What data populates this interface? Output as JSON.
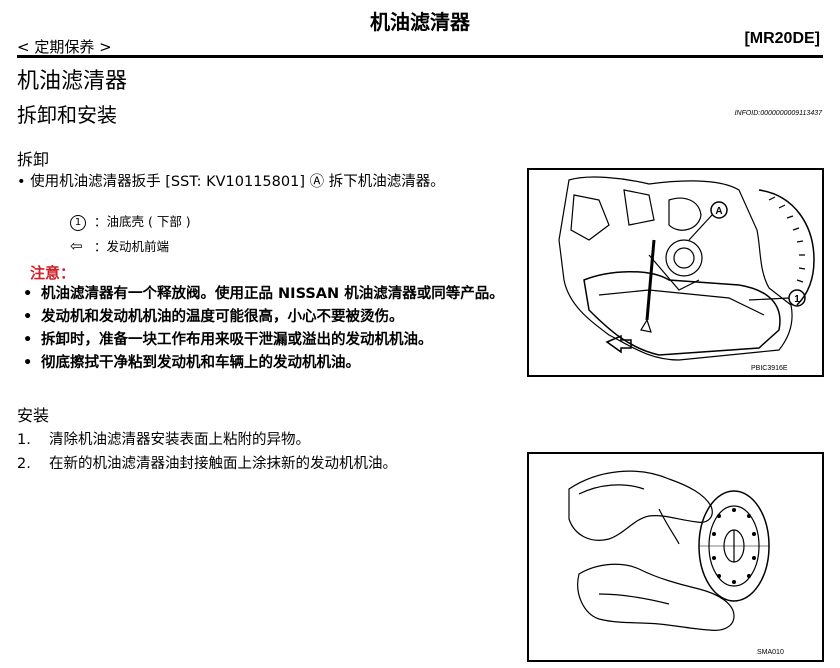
{
  "header": {
    "title": "机油滤清器",
    "breadcrumb": "< 定期保养 >",
    "model": "[MR20DE]"
  },
  "page": {
    "title": "机油滤清器",
    "subtitle": "拆卸和安装",
    "info_id": "INFOID:0000000009113437"
  },
  "removal": {
    "heading": "拆卸",
    "instruction_pre": "使用机油滤清器扳手 [SST: KV10115801]",
    "instruction_marker": "Ⓐ",
    "instruction_post": " 拆下机油滤清器。",
    "legend": [
      {
        "symbol": "1",
        "text": "：油底壳 ( 下部 )"
      },
      {
        "symbol": "⇦",
        "text": "：发动机前端"
      }
    ],
    "caution_label": "注意：",
    "cautions": [
      "机油滤清器有一个释放阀。使用正品 NISSAN 机油滤清器或同等产品。",
      "发动机和发动机机油的温度可能很高，小心不要被烫伤。",
      "拆卸时，准备一块工作布用来吸干泄漏或溢出的发动机机油。",
      "彻底擦拭干净粘到发动机和车辆上的发动机机油。"
    ],
    "figure": {
      "code": "PBIC3916E",
      "callout_a": "A",
      "callout_1": "1"
    }
  },
  "installation": {
    "heading": "安装",
    "steps": [
      {
        "num": "1.",
        "text": "清除机油滤清器安装表面上粘附的异物。"
      },
      {
        "num": "2.",
        "text": "在新的机油滤清器油封接触面上涂抹新的发动机机油。"
      }
    ],
    "figure": {
      "code": "SMA010"
    }
  }
}
